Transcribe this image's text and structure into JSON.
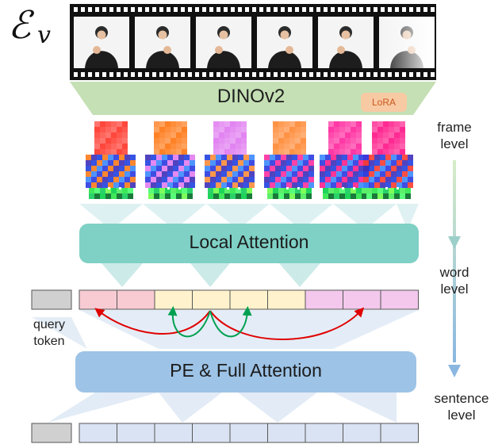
{
  "encoder": {
    "symbol": "ℰ",
    "subscript": "v"
  },
  "backbone": {
    "label": "DINOv2",
    "adapter": "LoRA"
  },
  "frames": {
    "count": 6
  },
  "modules": {
    "local_attention": "Local Attention",
    "full_attention": "PE & Full Attention"
  },
  "levels": {
    "frame": [
      "frame",
      "level"
    ],
    "word": [
      "word",
      "level"
    ],
    "sentence": [
      "sentence",
      "level"
    ]
  },
  "query_token_label": [
    "query",
    "token"
  ],
  "token_rows": {
    "word": {
      "groups": [
        "pink",
        "pink",
        "yellow",
        "yellow",
        "yellow",
        "yellow",
        "purple",
        "purple",
        "purple"
      ]
    },
    "sentence": {
      "groups": [
        "blue",
        "blue",
        "blue",
        "blue",
        "blue",
        "blue",
        "blue",
        "blue",
        "blue"
      ]
    }
  },
  "colors": {
    "dino_fill": "#c5e0b4",
    "lora_fill": "#f8caa4",
    "lora_text": "#c8571d",
    "local_attention_fill": "#7fd0c5",
    "full_attention_fill": "#9dc3e6",
    "query_token_fill": "#d0d0d0",
    "pink": "#f8cbd3",
    "yellow": "#fff2cc",
    "purple": "#f3c8ec",
    "blue": "#dae3f3",
    "red_arc": "#e00000",
    "green_arc": "#00a050",
    "film": "#111111"
  },
  "features": {
    "palette": [
      "#ff3b2f",
      "#ff7a1a",
      "#e07cf0",
      "#ff8c3a",
      "#ff2da0",
      "#ff1e8c"
    ]
  }
}
